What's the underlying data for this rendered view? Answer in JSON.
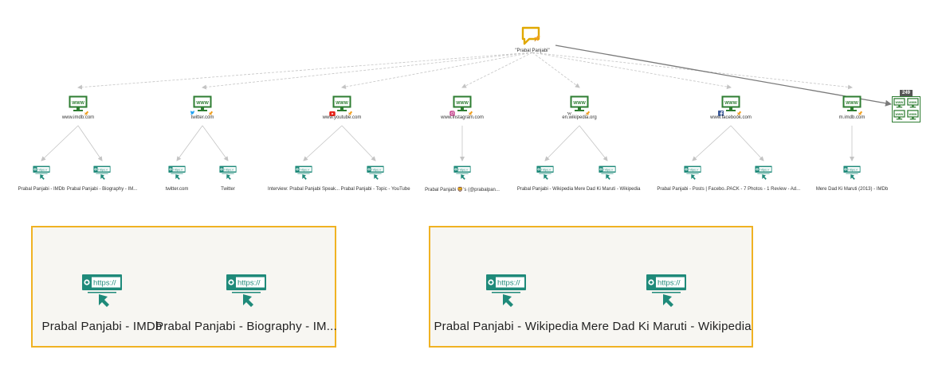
{
  "root": {
    "label": "\"Prabal Panjabi\"",
    "icon": "speech-bubble-icon"
  },
  "sites": [
    {
      "label": "www.imdb.com",
      "badge": "",
      "children": [
        "Prabal Panjabi - IMDb",
        "Prabal Panjabi - Biography - IM..."
      ]
    },
    {
      "label": "twitter.com",
      "badge": "twitter",
      "children": [
        "twitter.com",
        "Twitter"
      ]
    },
    {
      "label": "www.youtube.com",
      "badge": "youtube",
      "children": [
        "Interview: Prabal Panjabi Speak...",
        "Prabal Panjabi - Topic - YouTube"
      ]
    },
    {
      "label": "www.instagram.com",
      "badge": "instagram",
      "children": [
        "Prabal Panjabi 🦁's (@prabalpan..."
      ]
    },
    {
      "label": "en.wikipedia.org",
      "badge": "wikipedia",
      "children": [
        "Prabal Panjabi - Wikipedia",
        "Mere Dad Ki Maruti - Wikipedia"
      ]
    },
    {
      "label": "www.facebook.com",
      "badge": "facebook",
      "children": [
        "Prabal Panjabi - Posts | Facebo...",
        "PACK - 7 Photos - 1 Review - Ad..."
      ]
    },
    {
      "label": "m.imdb.com",
      "badge": "",
      "children": [
        "Mere Dad Ki Maruti (2013) - IMDb"
      ]
    }
  ],
  "collection": {
    "count": "249"
  },
  "url_icon_text": "https://",
  "www_text": "WWW",
  "zoom_left": [
    "Prabal Panjabi - IMDb",
    "Prabal Panjabi - Biography - IM..."
  ],
  "zoom_right": [
    "Prabal Panjabi - Wikipedia",
    "Mere Dad Ki Maruti - Wikipedia"
  ],
  "colors": {
    "edge": "#c4c4c4",
    "strong_edge": "#7a7a7a",
    "green": "#2e7d32",
    "teal": "#1f8a7a",
    "pin": "#f0a020",
    "root": "#e0a800",
    "zoom_border": "#f0b223"
  }
}
